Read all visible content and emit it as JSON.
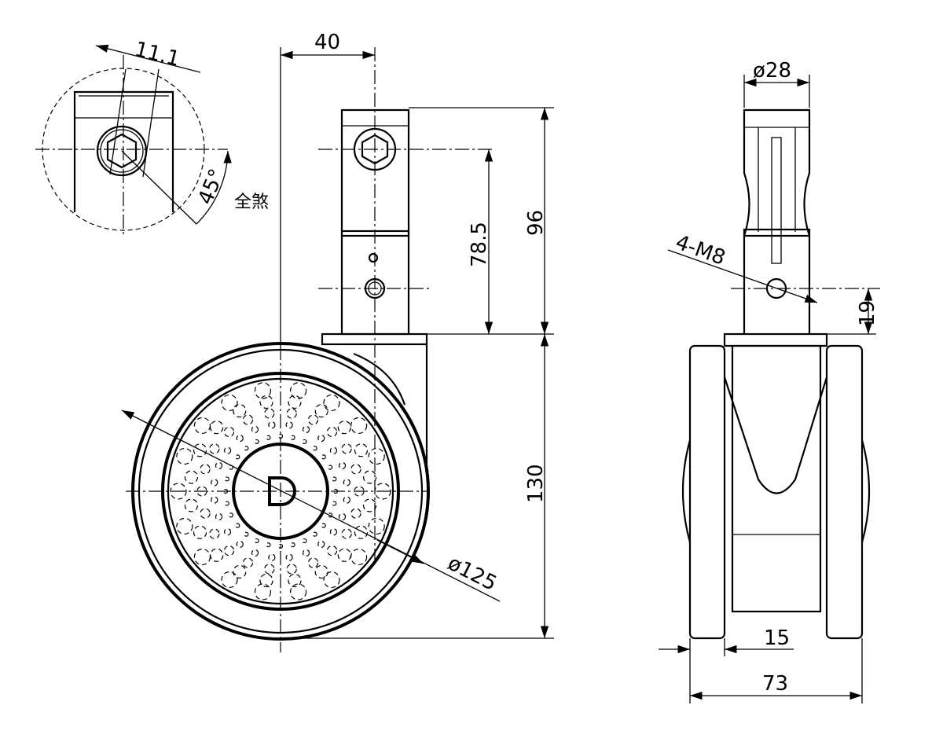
{
  "title": "Caster wheel technical drawing",
  "labels": {
    "dim_socket_width": "11.1",
    "dim_stem_offset": "40",
    "dim_stem_diameter": "ø28",
    "dim_angle": "45°",
    "note_chinese": "全煞",
    "dim_hole_height": "78.5",
    "dim_stem_height": "96",
    "dim_thread": "4-M8",
    "dim_hole_offset": "19",
    "dim_wheel_height": "130",
    "dim_wheel_diameter": "ø125",
    "dim_wheel_width": "15",
    "dim_total_width": "73",
    "logo_letter": "D"
  }
}
